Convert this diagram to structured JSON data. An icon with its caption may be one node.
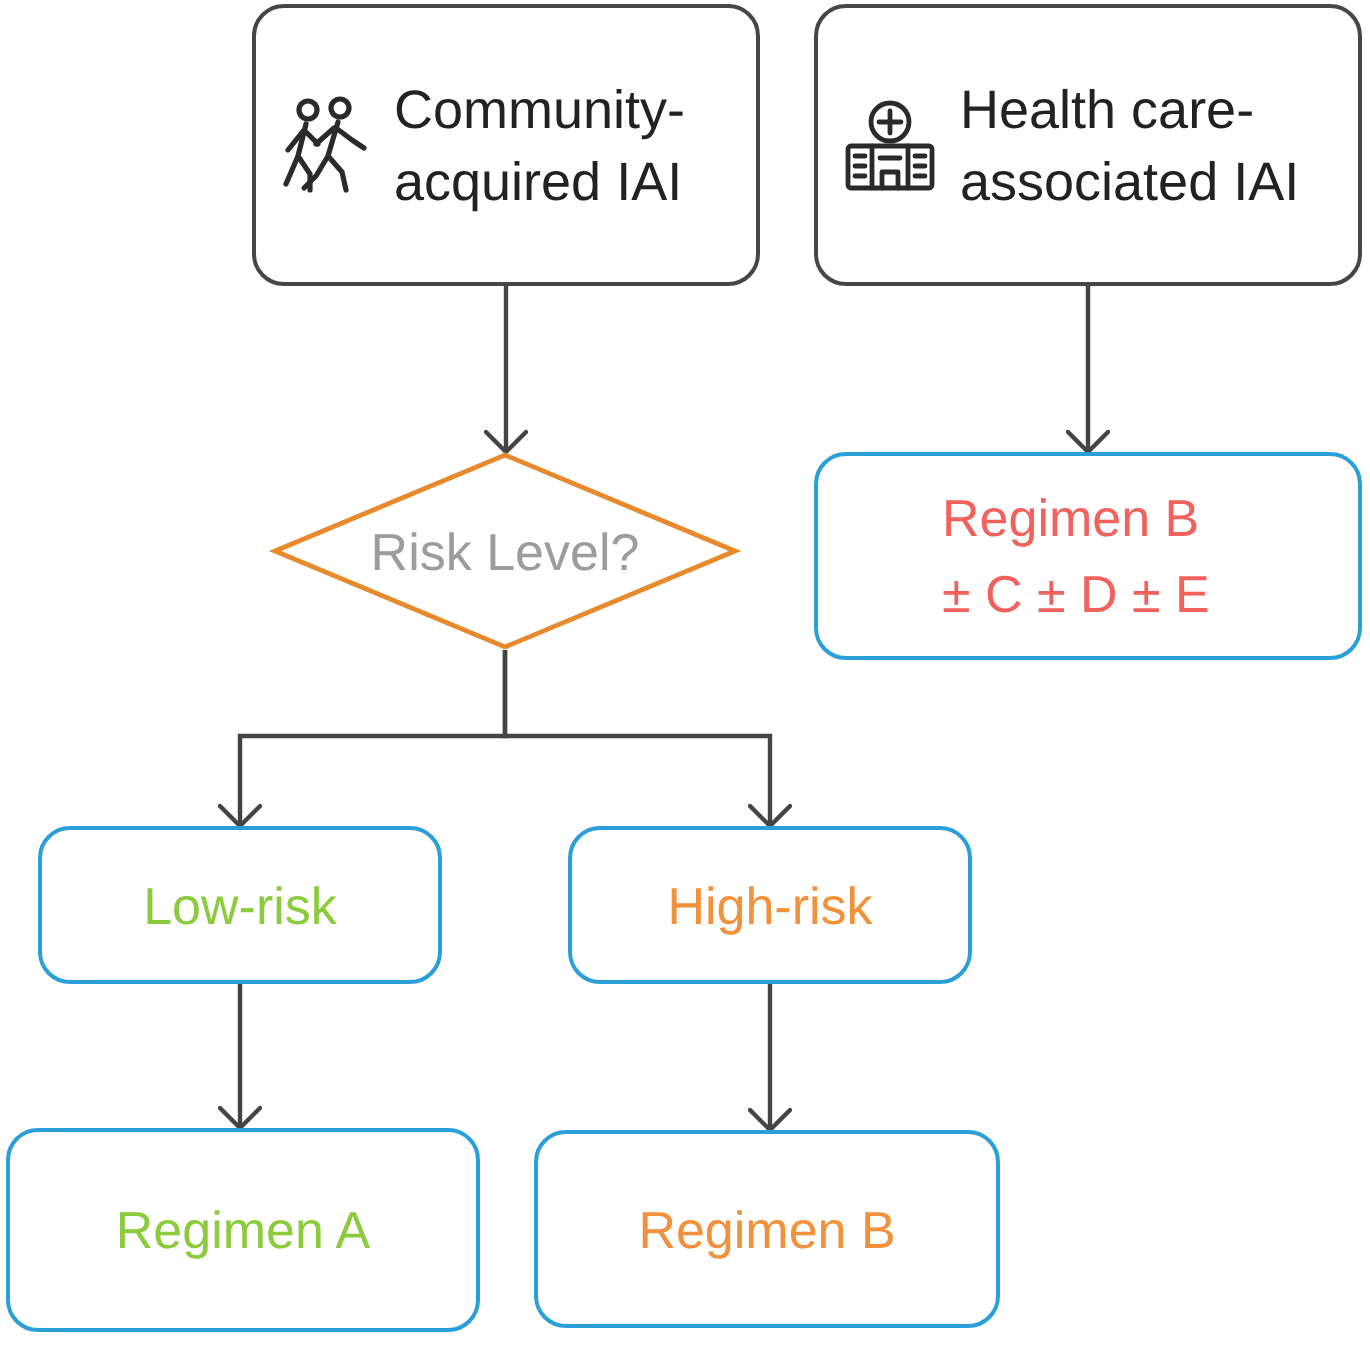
{
  "diagram": {
    "nodes": [
      {
        "text": [
          "Community-acquired IAI"
        ]
      },
      {
        "text": [
          "Health care-associated IAI"
        ]
      },
      {
        "text": [
          "Risk Level?"
        ]
      },
      {
        "text": [
          "Regimen B ± C ± D ± E"
        ]
      },
      {
        "text": [
          "Low-risk"
        ]
      },
      {
        "text": [
          "High-risk"
        ]
      },
      {
        "text": [
          "Regimen A"
        ]
      },
      {
        "text": [
          "Regimen B"
        ]
      }
    ],
    "edges": [
      {
        "from": 0,
        "to": 2,
        "arrow": "to"
      },
      {
        "from": 1,
        "to": 3,
        "arrow": "to"
      },
      {
        "from": 2,
        "to": 4,
        "arrow": "to"
      },
      {
        "from": 2,
        "to": 5,
        "arrow": "to"
      },
      {
        "from": 4,
        "to": 6,
        "arrow": "to"
      },
      {
        "from": 5,
        "to": 7,
        "arrow": "to"
      }
    ]
  }
}
